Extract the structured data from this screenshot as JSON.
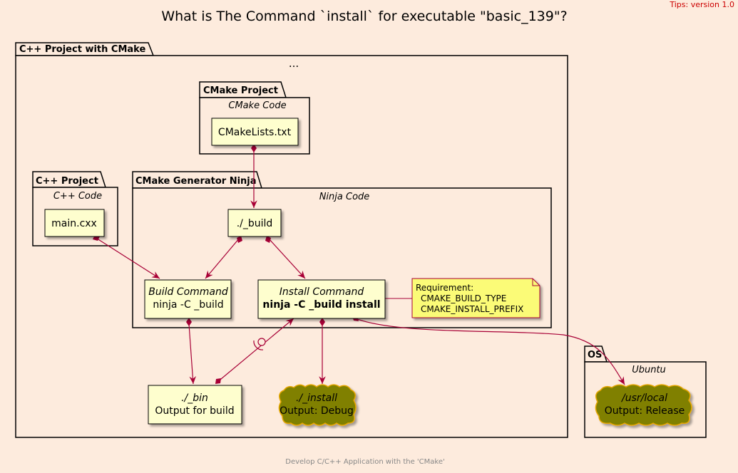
{
  "title": "What is The Command `install` for executable \"basic_139\"?",
  "tips": "Tips: version 1.0",
  "footer": "Develop C/C++ Application with the 'CMake'",
  "colors": {
    "background": "#FDEBDD",
    "node_fill": "#FEFECE",
    "edge": "#A80036",
    "cloud_fill": "#808000",
    "cloud_border": "#E6A600",
    "note_fill": "#FBFB77",
    "package_border": "#000000"
  },
  "packages": {
    "project": {
      "label": "C++ Project with CMake",
      "dots": "..."
    },
    "cmake_project": {
      "label": "CMake Project",
      "sub": "CMake Code"
    },
    "cpp_project": {
      "label": "C++ Project",
      "sub": "C++ Code"
    },
    "generator": {
      "label": "CMake Generator Ninja",
      "sub": "Ninja Code"
    },
    "os": {
      "label": "OS",
      "sub": "Ubuntu"
    }
  },
  "nodes": {
    "cmakelists": {
      "label": "CMakeLists.txt"
    },
    "main": {
      "label": "main.cxx"
    },
    "build_dir": {
      "label": "./_build"
    },
    "build_cmd": {
      "line1": "Build Command",
      "line2": "ninja -C _build"
    },
    "install_cmd": {
      "line1": "Install Command",
      "line2": "ninja -C _build install"
    },
    "bin": {
      "line1": "./_bin",
      "line2": "Output for build"
    },
    "install_out": {
      "line1": "./_install",
      "line2": "Output: Debug"
    },
    "usr_local": {
      "line1": "/usr/local",
      "line2": "Output: Release"
    }
  },
  "note": {
    "line1": "Requirement:",
    "line2": "CMAKE_BUILD_TYPE",
    "line3": "CMAKE_INSTALL_PREFIX"
  }
}
